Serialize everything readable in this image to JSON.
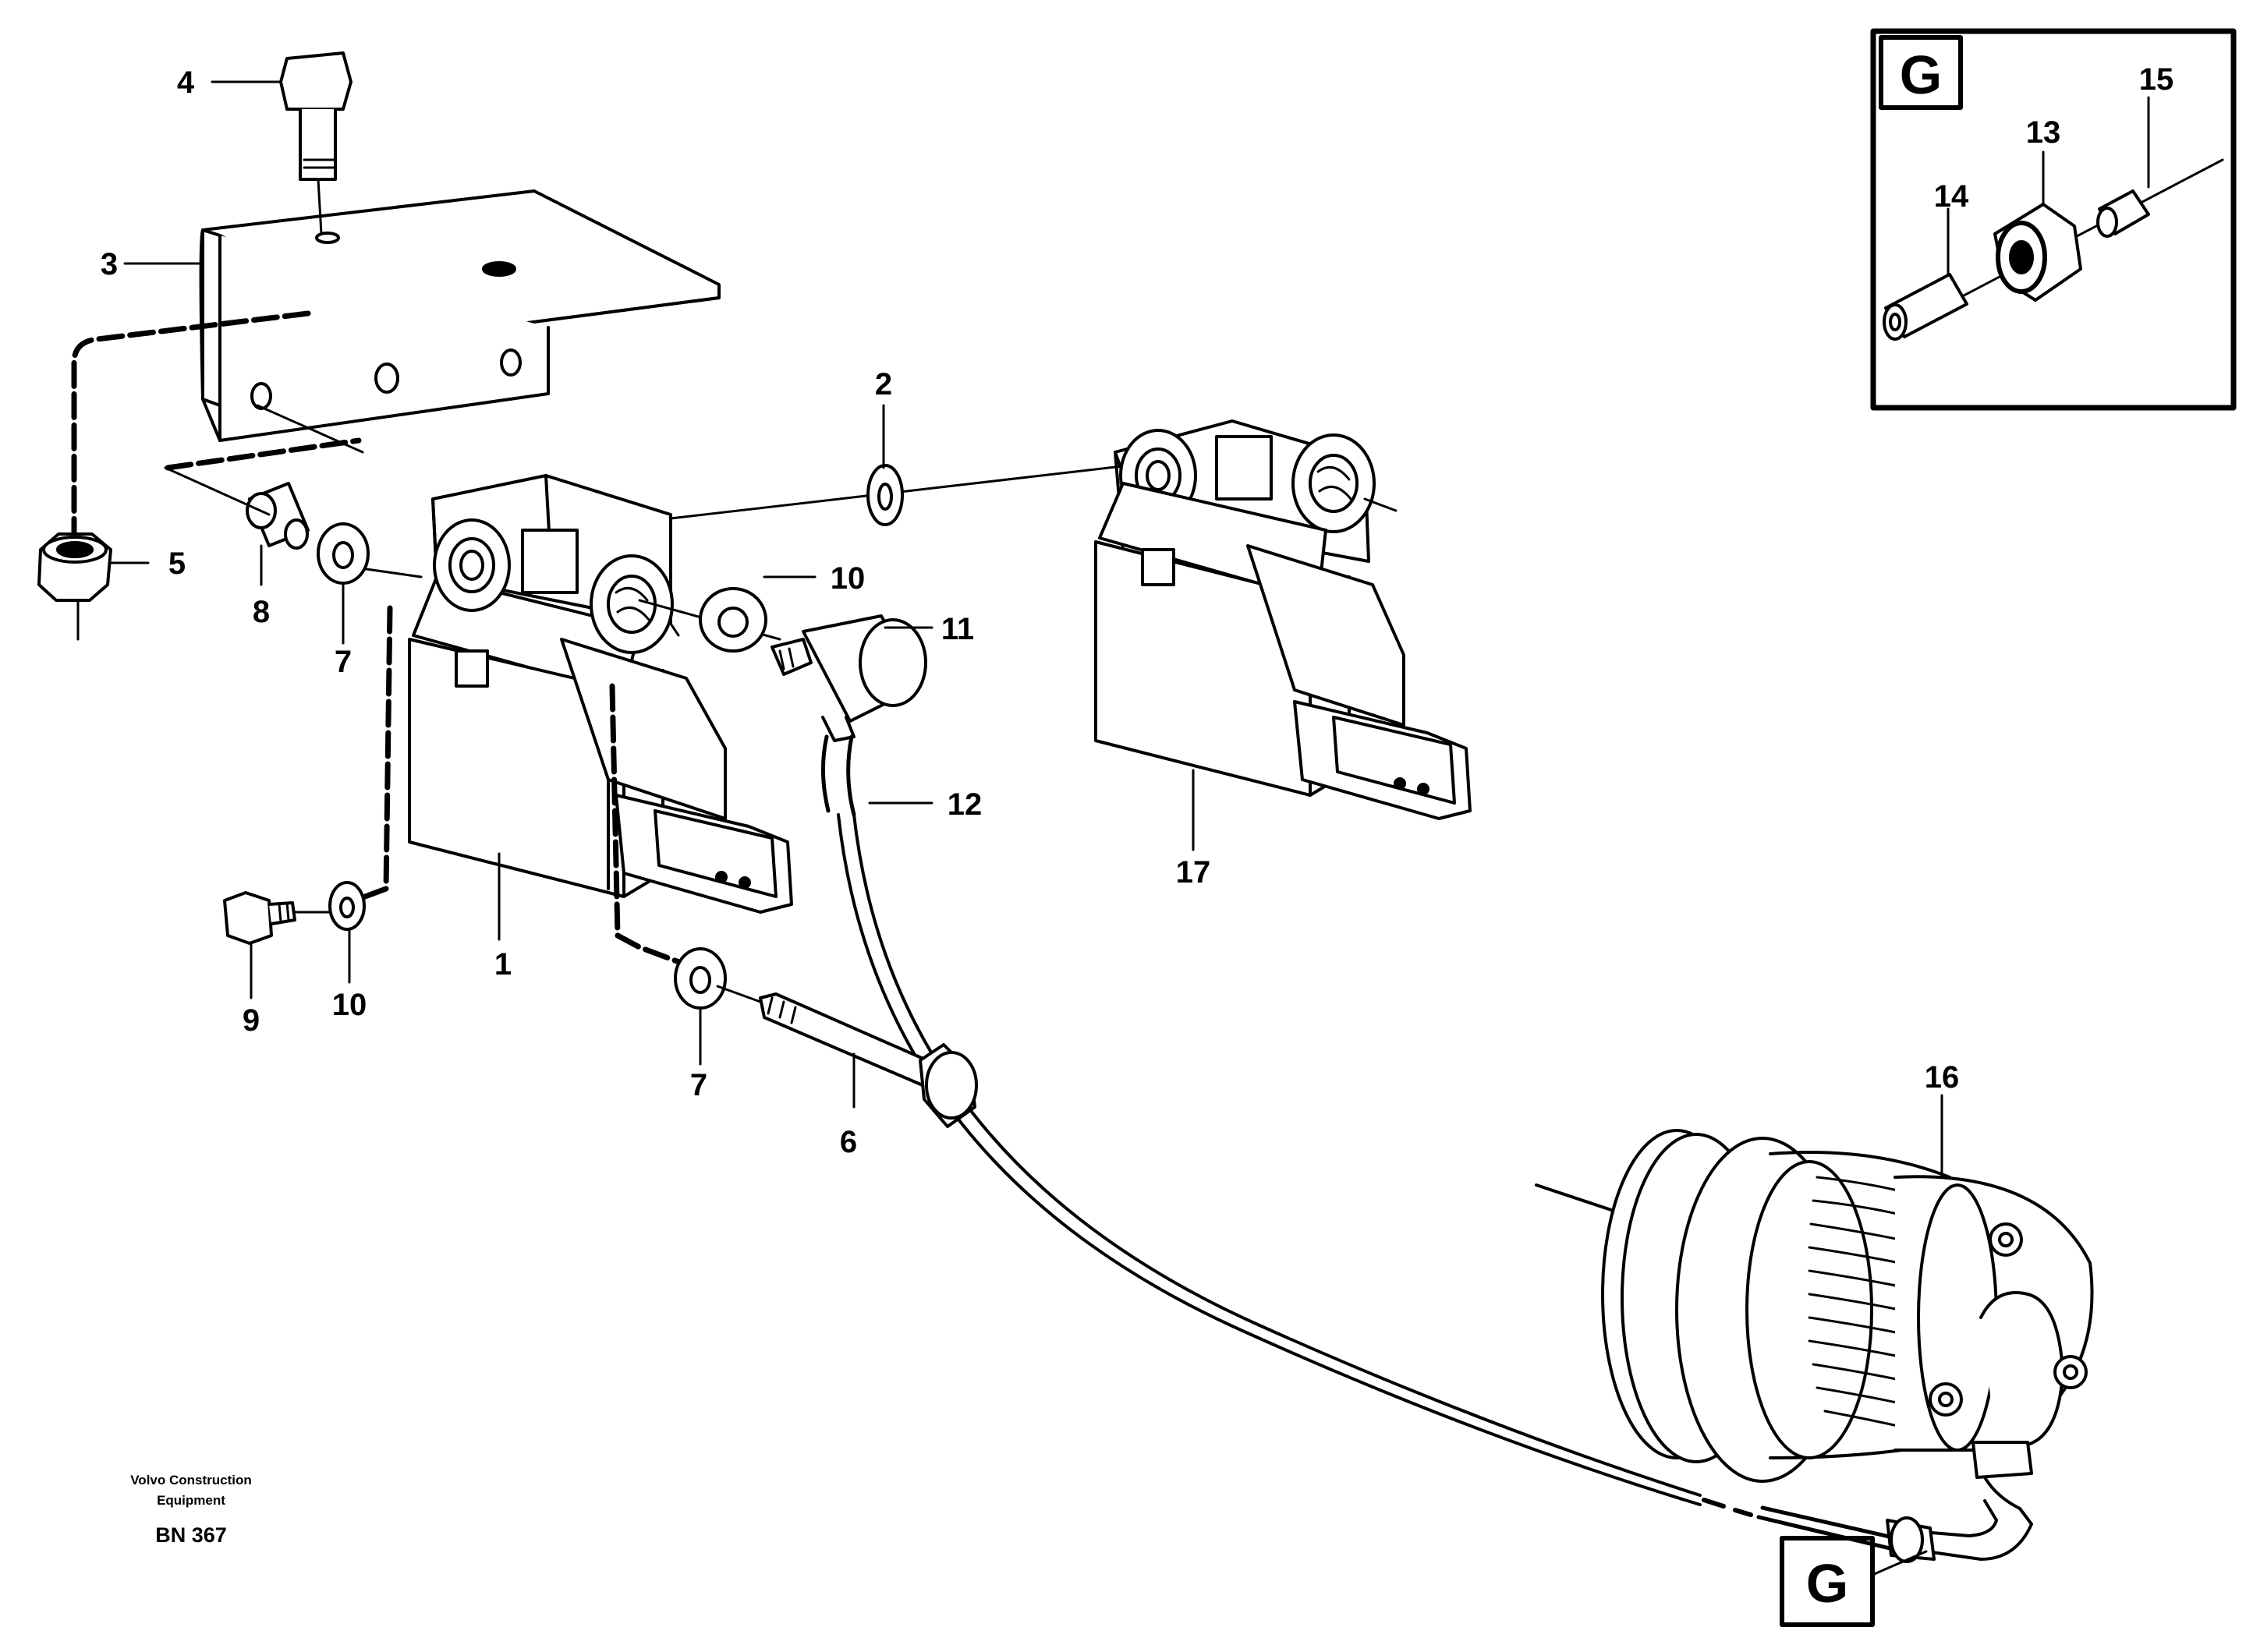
{
  "callouts": {
    "c1": "1",
    "c2": "2",
    "c3": "3",
    "c4": "4",
    "c5": "5",
    "c6": "6",
    "c7a": "7",
    "c7b": "7",
    "c8": "8",
    "c9": "9",
    "c10a": "10",
    "c10b": "10",
    "c11": "11",
    "c12": "12",
    "c13": "13",
    "c14": "14",
    "c15": "15",
    "c16": "16",
    "c17": "17"
  },
  "detail_marker": "G",
  "credit": {
    "line1": "Volvo Construction",
    "line2": "Equipment"
  },
  "drawing_number": "BN 367"
}
